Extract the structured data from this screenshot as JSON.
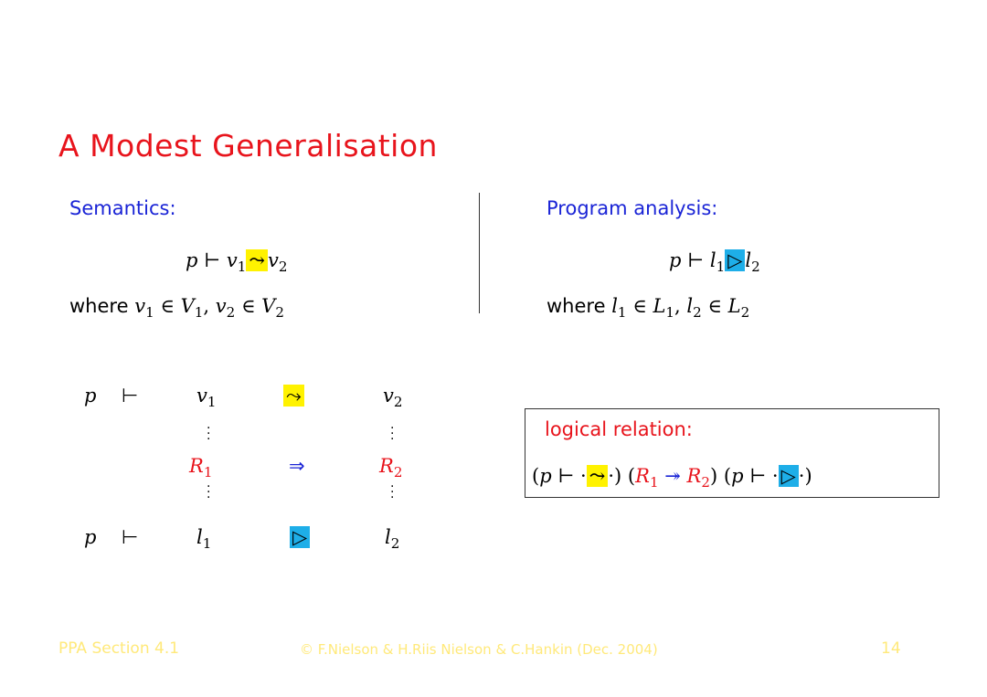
{
  "slide": {
    "title": "A Modest Generalisation",
    "left_heading": "Semantics:",
    "left_where": "where",
    "right_heading": "Program analysis:",
    "right_where": "where",
    "box_label": "logical relation:",
    "footer": {
      "section": "PPA Section 4.1",
      "copyright": "© F.Nielson & H.Riis Nielson & C.Hankin (Dec. 2004)",
      "page": "14"
    }
  },
  "colors": {
    "title": "#e8141c",
    "heading": "#1a24d6",
    "semantic_highlight": "#fff200",
    "analysis_highlight": "#1eaee8",
    "footer": "#ffe97a"
  }
}
